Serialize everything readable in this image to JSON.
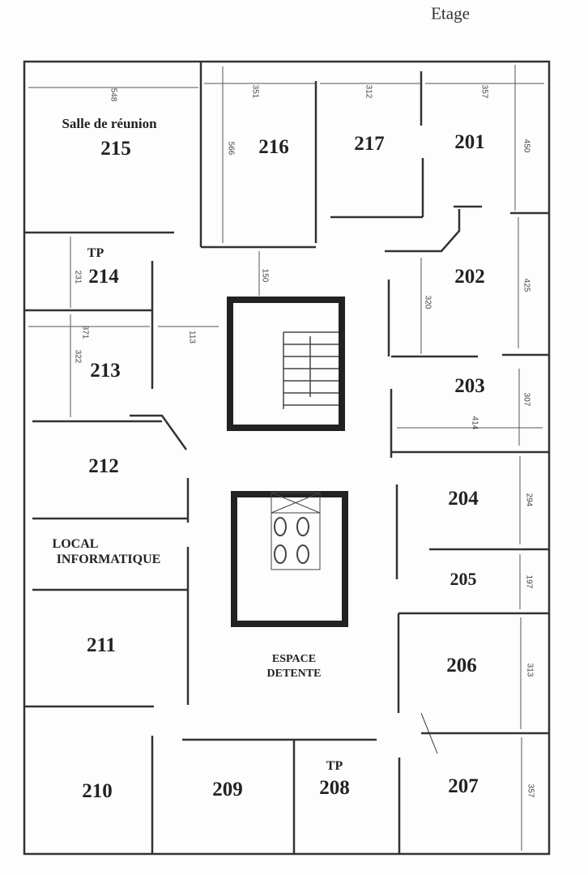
{
  "header": {
    "title": "Etage"
  },
  "rooms": {
    "r215": {
      "name": "Salle de réunion",
      "number": "215"
    },
    "r216": "216",
    "r217": "217",
    "r201": "201",
    "r202": "202",
    "r203": "203",
    "r204": "204",
    "r205": "205",
    "r206": "206",
    "r207": "207",
    "r208": {
      "tag": "TP",
      "number": "208"
    },
    "r209": "209",
    "r210": "210",
    "r211": "211",
    "r212": "212",
    "r213": "213",
    "r214": {
      "tag": "TP",
      "number": "214"
    }
  },
  "areas": {
    "local_info_1": "LOCAL",
    "local_info_2": "INFORMATIQUE",
    "detente_1": "ESPACE",
    "detente_2": "DETENTE"
  },
  "dimensions": {
    "d215w": "548",
    "d216w": "351",
    "d217w": "312",
    "d201w": "357",
    "d216h": "566",
    "d201h": "450",
    "d214h": "231",
    "d213w": "371",
    "d_corr": "113",
    "d213h": "322",
    "d_stair": "150",
    "d202h": "320",
    "d202r": "425",
    "d203h": "307",
    "d203w": "414",
    "d204h": "294",
    "d205h": "197",
    "d206h": "313",
    "d207h": "357"
  }
}
